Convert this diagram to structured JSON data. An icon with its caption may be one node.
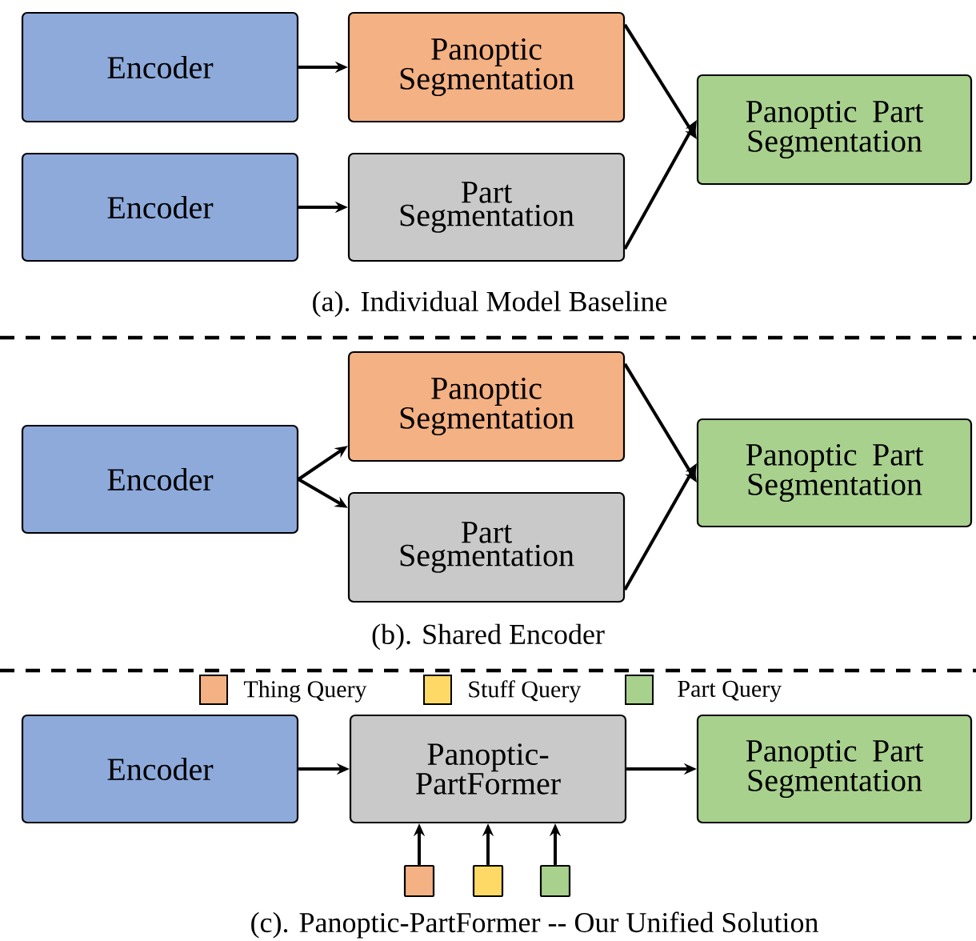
{
  "diagram": {
    "nodes": [
      {
        "text": [
          "Encoder"
        ]
      },
      {
        "text": [
          "Panoptic Segmentation"
        ]
      },
      {
        "text": [
          "Encoder"
        ]
      },
      {
        "text": [
          "Part Segmentation"
        ]
      },
      {
        "text": [
          "Panoptic Part Segmentation"
        ]
      },
      {
        "text": [
          "Encoder"
        ]
      },
      {
        "text": [
          "Panoptic Segmentation"
        ]
      },
      {
        "text": [
          "Part Segmentation"
        ]
      },
      {
        "text": [
          "Panoptic Part Segmentation"
        ]
      },
      {
        "text": [
          "Encoder"
        ]
      },
      {
        "text": [
          "Panoptic-PartFormer"
        ]
      },
      {
        "text": [
          "Panoptic Part Segmentation"
        ]
      },
      {
        "text": [],
        "shape": "box"
      },
      {
        "text": [],
        "shape": "box"
      },
      {
        "text": [],
        "shape": "box"
      }
    ],
    "edges": [
      {
        "from": 0,
        "to": 1,
        "arrow": "to"
      },
      {
        "from": 2,
        "to": 3,
        "arrow": "to"
      },
      {
        "from": 1,
        "to": 4,
        "arrow": "to"
      },
      {
        "from": 3,
        "to": 4,
        "arrow": "to"
      },
      {
        "from": 5,
        "to": 6,
        "arrow": "to"
      },
      {
        "from": 5,
        "to": 7,
        "arrow": "to"
      },
      {
        "from": 6,
        "to": 8,
        "arrow": "to"
      },
      {
        "from": 7,
        "to": 8,
        "arrow": "to"
      },
      {
        "from": 9,
        "to": 10,
        "arrow": "to"
      },
      {
        "from": 10,
        "to": 11,
        "arrow": "to"
      },
      {
        "from": 12,
        "to": 10,
        "arrow": "to"
      },
      {
        "from": 13,
        "to": 10,
        "arrow": "to"
      },
      {
        "from": 14,
        "to": 10,
        "arrow": "to"
      }
    ],
    "labels": [
      "(a). Individual Model Baseline",
      "(b). Shared Encoder",
      "(c). Panoptic-PartFormer -- Our Unified Solution"
    ],
    "legend": [
      {
        "text": "Thing Query",
        "color": "#f4b183"
      },
      {
        "text": "Stuff Query",
        "color": "#ffd966"
      },
      {
        "text": "Part Query",
        "color": "#a9d18e"
      }
    ]
  }
}
